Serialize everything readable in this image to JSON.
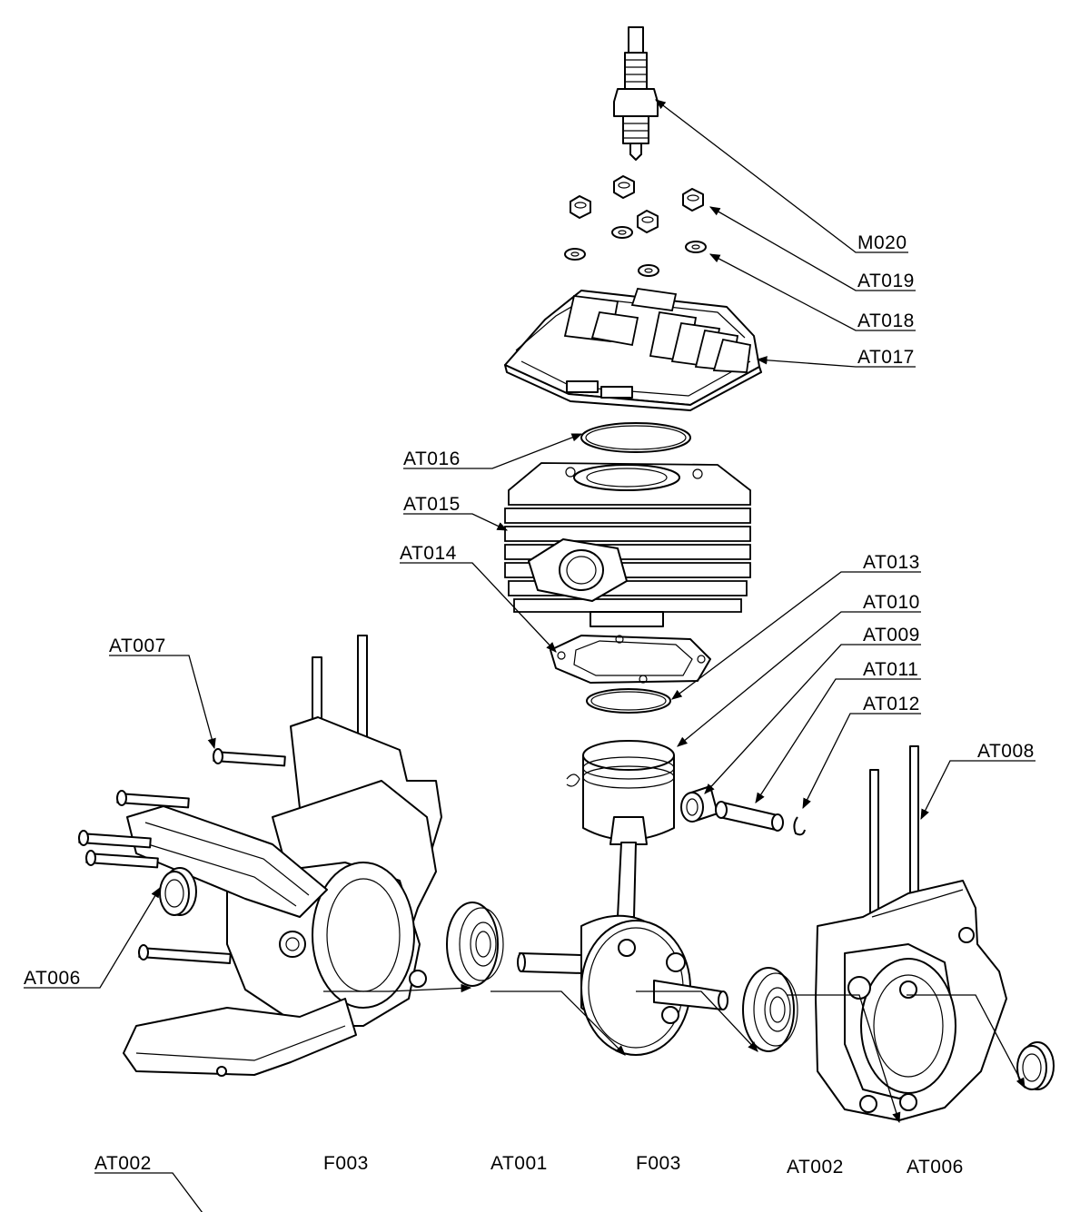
{
  "labels": {
    "M020": "M020",
    "AT019": "AT019",
    "AT018": "AT018",
    "AT017": "AT017",
    "AT016": "AT016",
    "AT015": "AT015",
    "AT014": "AT014",
    "AT013": "AT013",
    "AT010": "AT010",
    "AT009": "AT009",
    "AT011": "AT011",
    "AT012": "AT012",
    "AT008": "AT008",
    "AT007": "AT007",
    "AT006_left": "AT006",
    "AT002_left": "AT002",
    "F003_left": "F003",
    "AT001": "AT001",
    "F003_right": "F003",
    "AT002_right": "AT002",
    "AT006_right": "AT006"
  }
}
